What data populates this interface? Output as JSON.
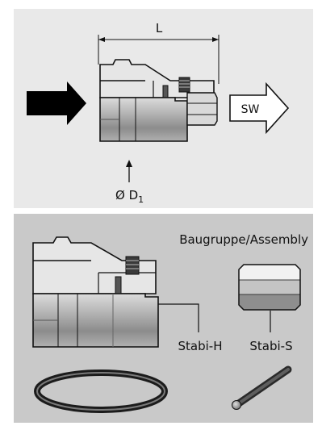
{
  "dimension": {
    "length_label": "L",
    "diameter_prefix": "Ø D",
    "diameter_subscript": "1"
  },
  "drive": {
    "output_label": "SW"
  },
  "assembly": {
    "title": "Baugruppe/Assembly",
    "holder_label": "Stabi-H",
    "sleeve_label": "Stabi-S"
  },
  "colors": {
    "top_panel": "#e9e9e9",
    "bottom_panel": "#c9c9c9",
    "metal_light": "#e8e8e8",
    "metal_mid": "#a7a7a7",
    "metal_dark": "#6e6e6e",
    "outline": "#111111"
  }
}
